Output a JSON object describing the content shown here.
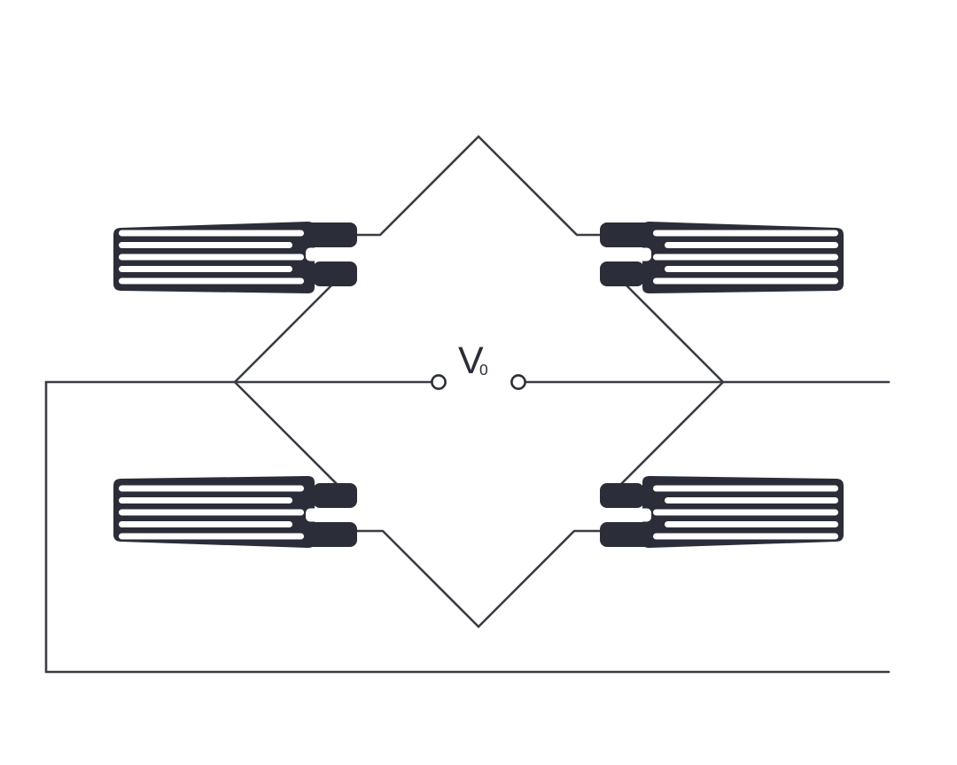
{
  "diagram": {
    "type": "wheatstone-bridge-strain-gauge-circuit",
    "output_label": {
      "symbol": "V",
      "subscript": "0"
    },
    "colors": {
      "ink": "#2b2e38",
      "wire": "#3a3d45",
      "background": "#ffffff"
    },
    "components": {
      "gauges": [
        {
          "id": "strain-gauge-top-left"
        },
        {
          "id": "strain-gauge-top-right"
        },
        {
          "id": "strain-gauge-bottom-left"
        },
        {
          "id": "strain-gauge-bottom-right"
        }
      ],
      "terminals": [
        {
          "id": "output-terminal-left"
        },
        {
          "id": "output-terminal-right"
        }
      ]
    }
  }
}
